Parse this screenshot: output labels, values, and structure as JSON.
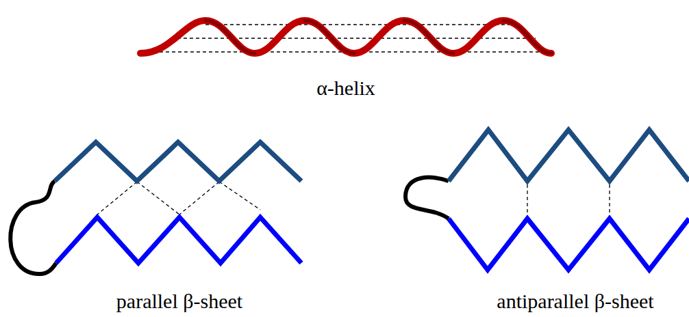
{
  "diagram": {
    "labels": [
      "α-helix",
      "parallel β-sheet",
      "antiparallel β-sheet"
    ]
  }
}
